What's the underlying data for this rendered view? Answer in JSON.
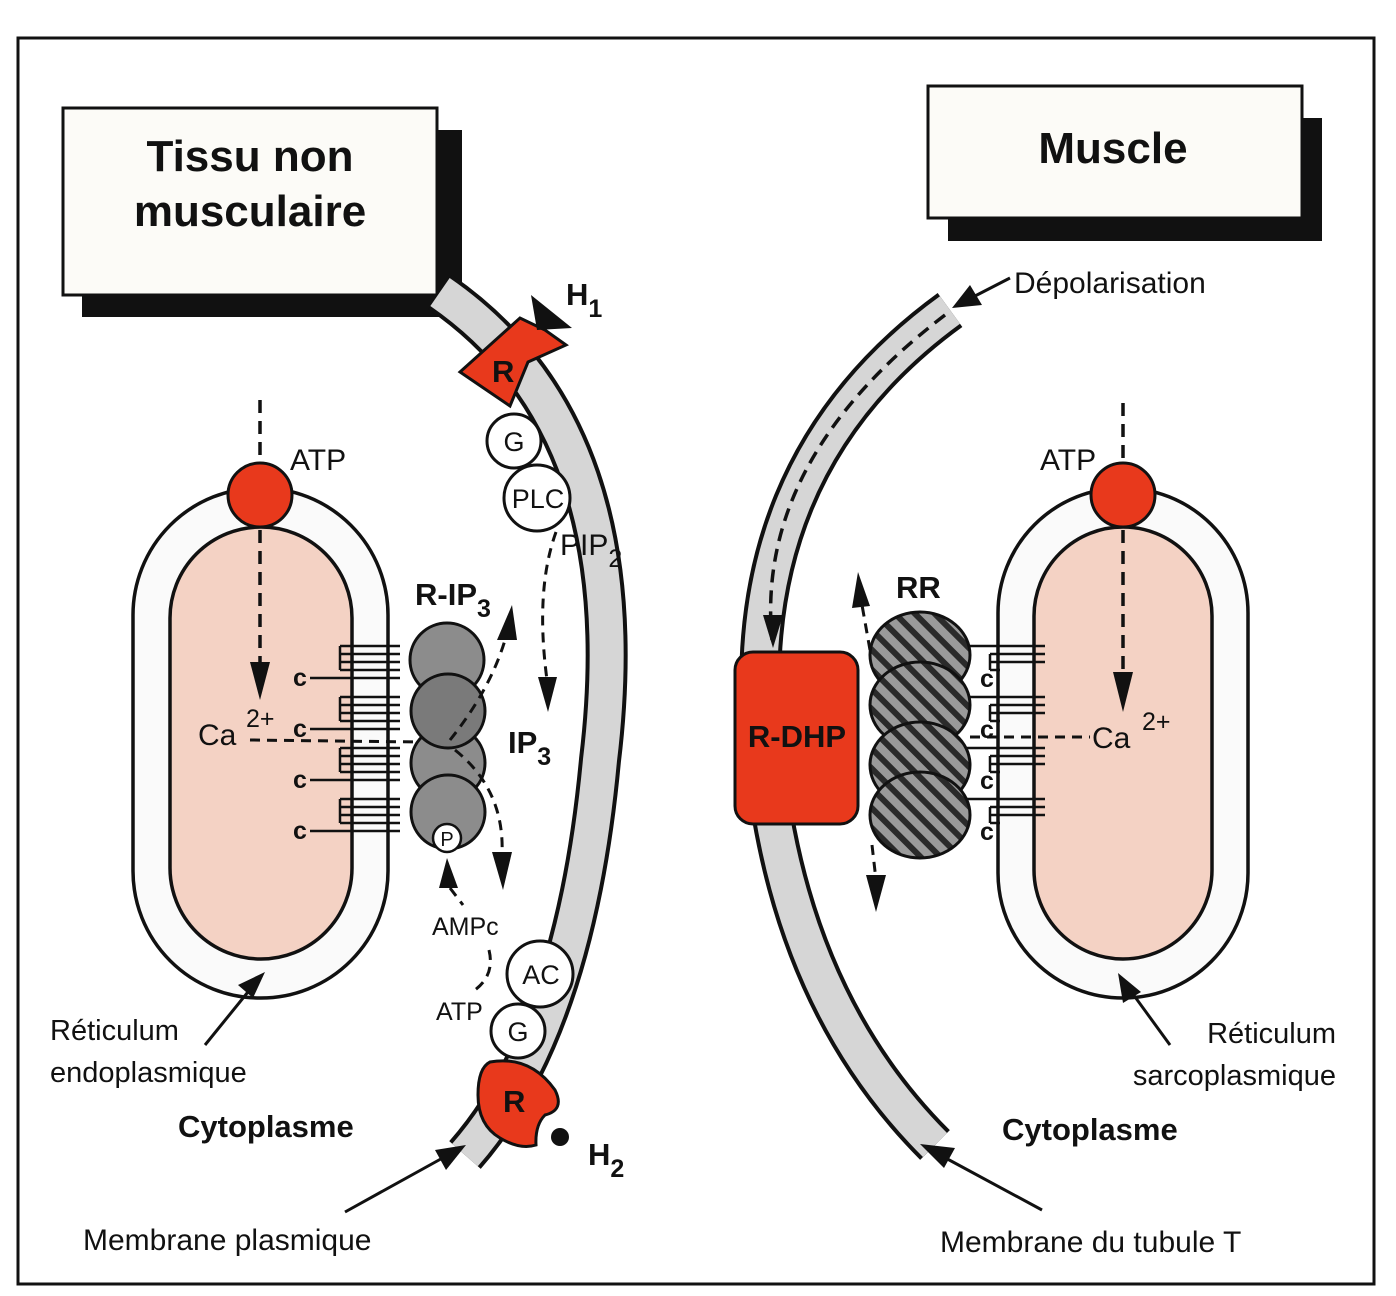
{
  "colors": {
    "red": "#e8391c",
    "lumen": "#f4d2c4",
    "membrane_gray": "#d6d6d6",
    "channel_gray": "#8c8c8c",
    "ink": "#111111"
  },
  "left_panel": {
    "title_line1": "Tissu non",
    "title_line2": "musculaire",
    "hormone1": "H",
    "hormone1_sub": "1",
    "hormone2": "H",
    "hormone2_sub": "2",
    "receptor_top": "R",
    "receptor_bottom": "R",
    "g_protein_top": "G",
    "plc": "PLC",
    "pip2": "PIP",
    "pip2_sub": "2",
    "ip3": "IP",
    "ip3_sub": "3",
    "channel_label": "R-IP",
    "channel_label_sub": "3",
    "phospho": "P",
    "ampc": "AMPc",
    "atp_cyclase": "ATP",
    "ac": "AC",
    "g_protein_bottom": "G",
    "atp_pump": "ATP",
    "calcium": "Ca",
    "calcium_charge": "2+",
    "c_labels": [
      "c",
      "c",
      "c",
      "c"
    ],
    "reticulum_line1": "Réticulum",
    "reticulum_line2": "endoplasmique",
    "cytoplasm": "Cytoplasme",
    "membrane": "Membrane plasmique"
  },
  "right_panel": {
    "title": "Muscle",
    "depolarization": "Dépolarisation",
    "dhp_receptor": "R-DHP",
    "ryanodine_receptor": "RR",
    "atp_pump": "ATP",
    "calcium": "Ca",
    "calcium_charge": "2+",
    "c_labels": [
      "c",
      "c",
      "c",
      "c"
    ],
    "reticulum_line1": "Réticulum",
    "reticulum_line2": "sarcoplasmique",
    "cytoplasm": "Cytoplasme",
    "membrane": "Membrane du tubule T"
  }
}
